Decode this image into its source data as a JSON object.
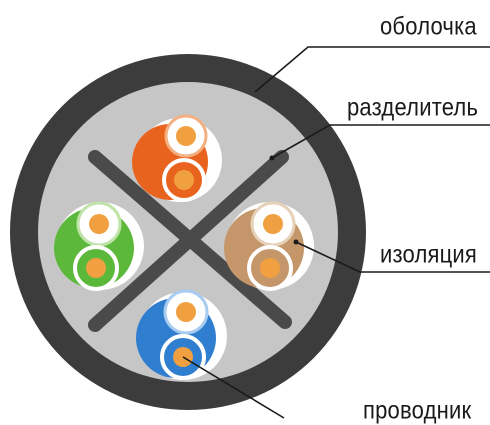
{
  "labels": {
    "sheath": "оболочка",
    "separator": "разделитель",
    "insulation": "изоляция",
    "conductor": "проводник"
  },
  "colors": {
    "sheath": "#3c3c3c",
    "filler": "#c8c8c8",
    "separator": "#4a4a4a",
    "pair_orange": "#e8641e",
    "pair_green": "#5cb83a",
    "pair_brown": "#c4966a",
    "pair_blue": "#2f7ed0",
    "white_wire": "#ffffff",
    "copper": "#f0a040"
  },
  "pairs": [
    "orange",
    "green",
    "brown",
    "blue"
  ]
}
